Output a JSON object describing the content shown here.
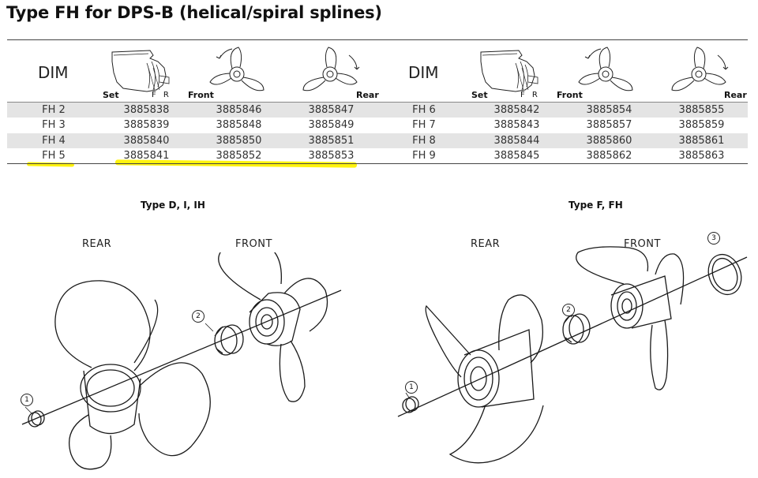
{
  "title": "Type FH for DPS-B (helical/spiral splines)",
  "table": {
    "dim_header": "DIM",
    "icon_labels": {
      "set": "Set",
      "fr": "F R",
      "front": "Front",
      "rear": "Rear"
    },
    "rows": [
      [
        "FH 2",
        "3885838",
        "3885846",
        "3885847",
        "FH 6",
        "3885842",
        "3885854",
        "3885855"
      ],
      [
        "FH 3",
        "3885839",
        "3885848",
        "3885849",
        "FH 7",
        "3885843",
        "3885857",
        "3885859"
      ],
      [
        "FH 4",
        "3885840",
        "3885850",
        "3885851",
        "FH 8",
        "3885844",
        "3885860",
        "3885861"
      ],
      [
        "FH 5",
        "3885841",
        "3885852",
        "3885853",
        "FH 9",
        "3885845",
        "3885862",
        "3885863"
      ]
    ]
  },
  "highlight_color": "#fff200",
  "diagrams": {
    "left": {
      "caption": "Type D, I, IH",
      "rear": "REAR",
      "front": "FRONT",
      "callouts": [
        "1",
        "2"
      ]
    },
    "right": {
      "caption": "Type F, FH",
      "rear": "REAR",
      "front": "FRONT",
      "callouts": [
        "1",
        "2",
        "3"
      ]
    }
  }
}
